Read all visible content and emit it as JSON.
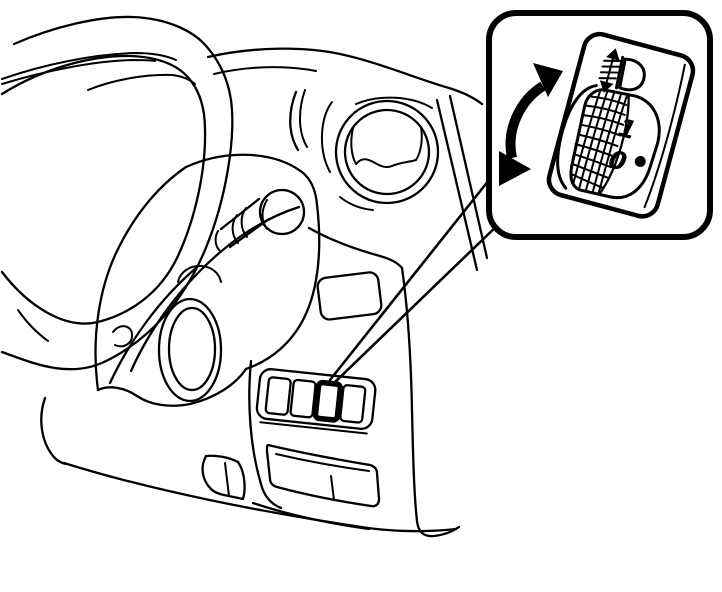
{
  "figure": {
    "subject": "Headlight beam leveling switch location on dashboard",
    "inset": {
      "positions": {
        "raised": "1",
        "lowered": "0"
      },
      "icons": {
        "symbol": "headlight-leveling-icon",
        "rotation": "rotation-arrow-icon",
        "indicator": "position-indicator-dot"
      }
    },
    "colors": {
      "line": "#000000",
      "background": "#ffffff"
    }
  }
}
